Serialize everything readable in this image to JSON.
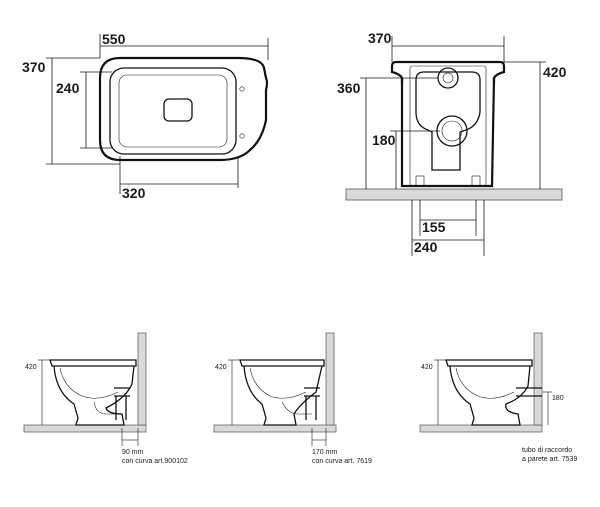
{
  "top_view": {
    "width_label": "550",
    "depth_label": "370",
    "inner_depth_label": "240",
    "inner_width_label": "320"
  },
  "rear_view": {
    "width_label": "370",
    "height_label": "420",
    "outlet_height_label": "360",
    "inlet_height_label": "180",
    "fixing_spacing_label": "155",
    "base_spacing_label": "240"
  },
  "installations": [
    {
      "height_label": "420",
      "caption_line1": "90 mm",
      "caption_line2": "con curva art.900102"
    },
    {
      "height_label": "420",
      "caption_line1": "170 mm",
      "caption_line2": "con curva art. 7619"
    },
    {
      "height_label": "420",
      "side_label": "180",
      "caption_line1": "tubo di raccordo",
      "caption_line2": "a parete art. 7539"
    }
  ]
}
